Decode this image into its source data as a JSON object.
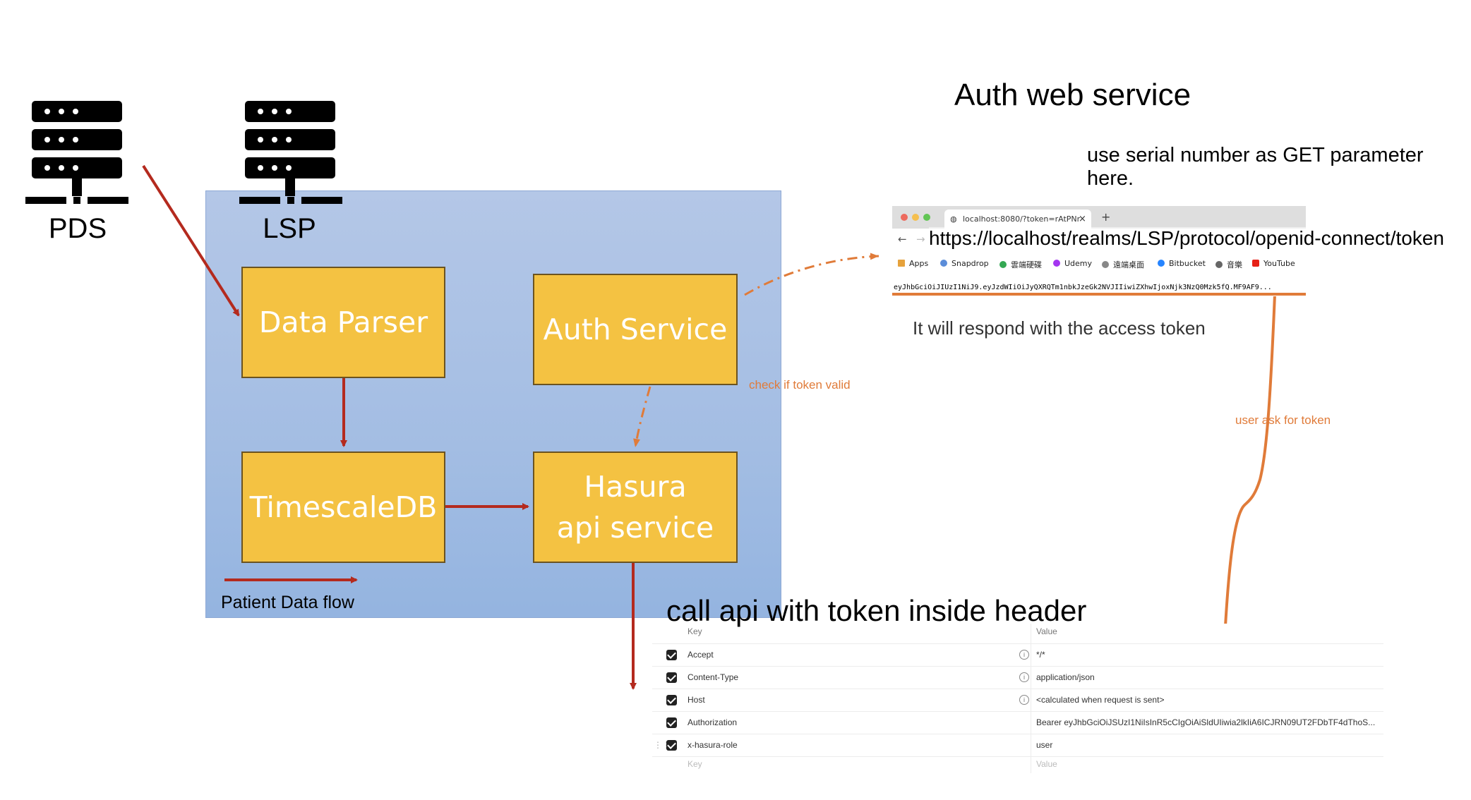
{
  "servers": [
    {
      "label": "PDS"
    },
    {
      "label": "LSP"
    }
  ],
  "blocks": {
    "data_parser": "Data Parser",
    "auth_service": "Auth Service",
    "timescaledb": "TimescaleDB",
    "hasura_line1": "Hasura",
    "hasura_line2": "api service"
  },
  "legend": {
    "patient_data_flow": "Patient Data flow"
  },
  "annotations": {
    "check_token": "check if token valid",
    "user_ask_token": "user ask for token",
    "call_api": "call api with token inside header"
  },
  "auth_web": {
    "title": "Auth web service",
    "subtitle": "use serial number as GET parameter here.",
    "url_overlay": "https://localhost/realms/LSP/protocol/openid-connect/token",
    "respond_note": "It will respond with the access token"
  },
  "browser": {
    "tab_title": "localhost:8080/?token=rAtPNr",
    "tab_close": "×",
    "new_tab": "+",
    "bookmarks": [
      "Apps",
      "Snapdrop",
      "雲端硬碟",
      "Udemy",
      "遠端桌面",
      "Bitbucket",
      "音樂",
      "YouTube"
    ],
    "token_text": "eyJhbGciOiJIUzI1NiJ9.eyJzdWIiOiJyQXRQTm1nbkJzeGk2NVJIIiwiZXhwIjoxNjk3NzQ0Mzk5fQ.MF9AF9..."
  },
  "headers_table": {
    "col_key": "Key",
    "col_value": "Value",
    "rows": [
      {
        "key": "Accept",
        "value": "*/*"
      },
      {
        "key": "Content-Type",
        "value": "application/json"
      },
      {
        "key": "Host",
        "value": "<calculated when request is sent>"
      },
      {
        "key": "Authorization",
        "value": "Bearer eyJhbGciOiJSUzI1NiIsInR5cCIgOiAiSldUIiwia2lkIiA6ICJRN09UT2FDbTF4dThoS..."
      },
      {
        "key": "x-hasura-role",
        "value": "user"
      }
    ],
    "placeholder_key": "Key",
    "placeholder_value": "Value"
  },
  "colors": {
    "red_arrow": "#b42a1e",
    "orange_arrow": "#e07b39",
    "block_fill": "#f4c242",
    "container_fill": "#a3bde3"
  }
}
